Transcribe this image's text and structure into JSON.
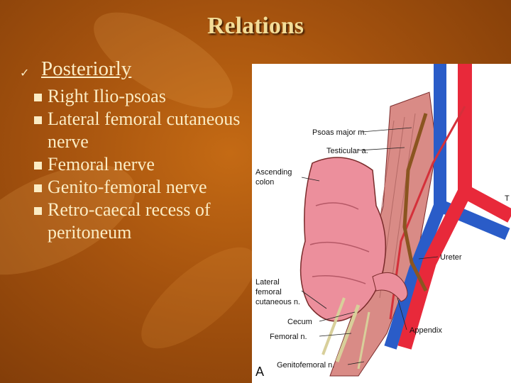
{
  "slide": {
    "title": "Relations",
    "heading": "Posteriorly",
    "items": [
      "Right Ilio-psoas",
      "Lateral femoral cutaneous nerve",
      "Femoral nerve",
      "Genito-femoral nerve",
      "Retro-caecal recess of peritoneum"
    ]
  },
  "figure": {
    "labels": {
      "psoas": "Psoas major m.",
      "testicular": "Testicular a.",
      "ascending1": "Ascending",
      "ascending2": "colon",
      "ureter": "Ureter",
      "lateral1": "Lateral",
      "lateral2": "femoral",
      "lateral3": "cutaneous n.",
      "cecum": "Cecum",
      "femoral": "Femoral n.",
      "appendix": "Appendix",
      "genitofemoral": "Genitofemoral n.",
      "panel": "A",
      "cut": "T"
    }
  },
  "colors": {
    "background": "#a4520e",
    "title": "#f3dd98",
    "text": "#fbecc4",
    "artery": "#e8293a",
    "vein": "#2a5cc8",
    "colon": "#ec8f9c"
  }
}
